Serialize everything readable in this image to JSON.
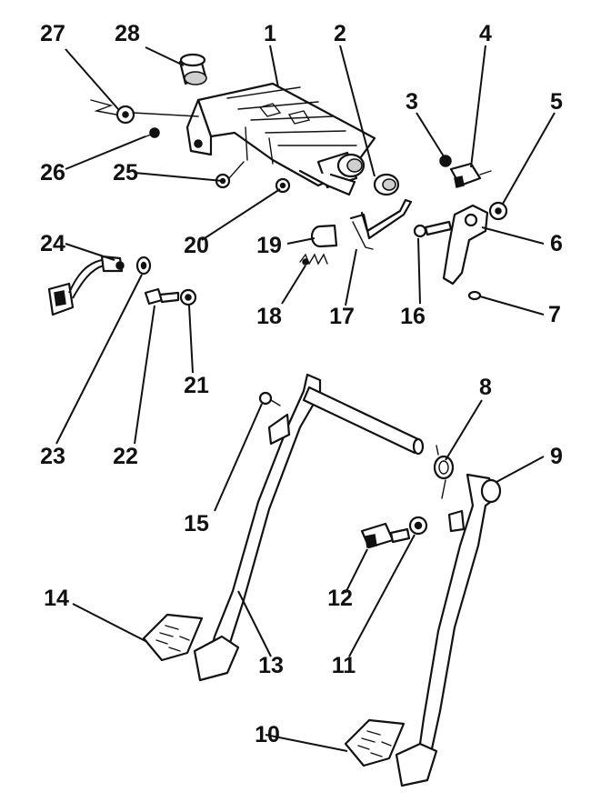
{
  "colors": {
    "ink": "#111111",
    "background": "#ffffff"
  },
  "callouts": [
    "1",
    "2",
    "3",
    "4",
    "5",
    "6",
    "7",
    "8",
    "9",
    "10",
    "11",
    "12",
    "13",
    "14",
    "15",
    "16",
    "17",
    "18",
    "19",
    "20",
    "21",
    "22",
    "23",
    "24",
    "25",
    "26",
    "27",
    "28"
  ]
}
